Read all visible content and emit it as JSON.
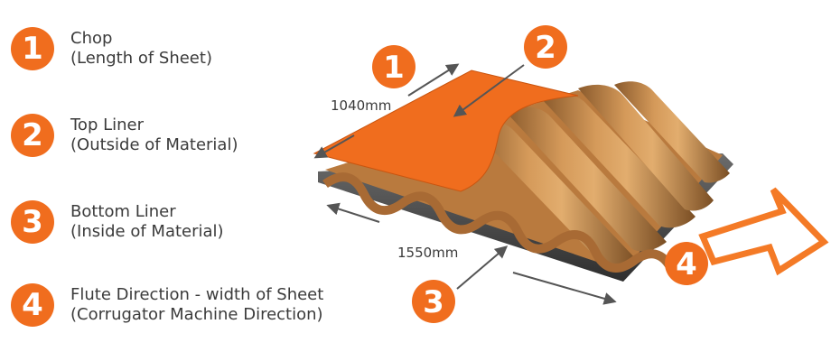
{
  "legend": [
    {
      "number": "1",
      "line1": "Chop",
      "line2": "(Length of Sheet)"
    },
    {
      "number": "2",
      "line1": "Top Liner",
      "line2": "(Outside of Material)"
    },
    {
      "number": "3",
      "line1": "Bottom Liner",
      "line2": "(Inside of Material)"
    },
    {
      "number": "4",
      "line1": "Flute Direction - width of Sheet",
      "line2": "(Corrugator Machine Direction)"
    }
  ],
  "diagram": {
    "dimension_length": "1040mm",
    "dimension_width": "1550mm",
    "callouts": [
      "1",
      "2",
      "3",
      "4"
    ]
  },
  "colors": {
    "accent": "#f06d1e",
    "cardboard": "#c98a4c",
    "arrow": "#555555"
  }
}
